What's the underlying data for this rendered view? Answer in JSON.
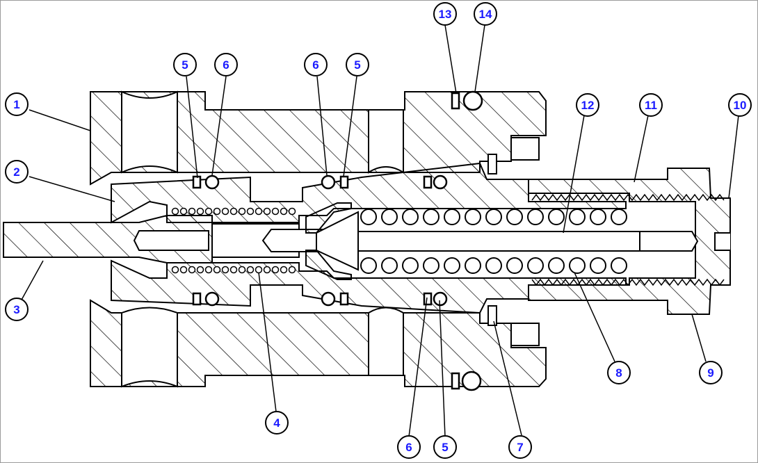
{
  "colors": {
    "outline": "#000000",
    "callout_number": "#1a1aff",
    "background": "#ffffff",
    "frame": "#9a9a9a"
  },
  "callouts": [
    "1",
    "2",
    "3",
    "4",
    "5",
    "6",
    "6",
    "5",
    "13",
    "14",
    "12",
    "11",
    "10",
    "9",
    "8",
    "7",
    "6",
    "5"
  ]
}
